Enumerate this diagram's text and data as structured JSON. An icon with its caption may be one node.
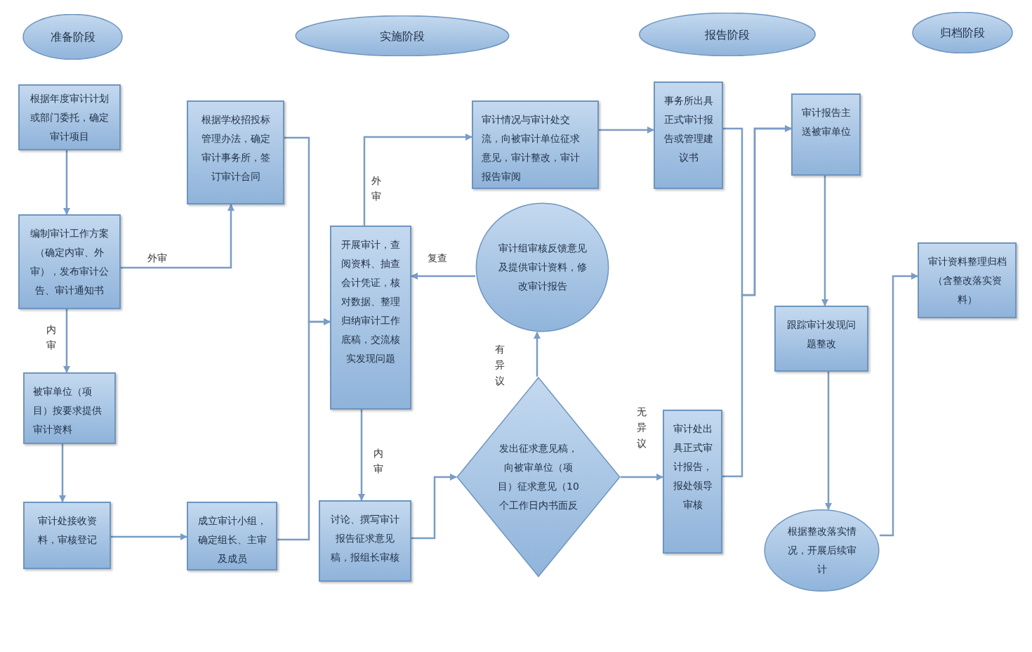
{
  "diagram": {
    "nodes": [
      {
        "text": [
          "准备阶段"
        ]
      },
      {
        "text": [
          "实施阶段"
        ]
      },
      {
        "text": [
          "报告阶段"
        ]
      },
      {
        "text": [
          "归档阶段"
        ]
      },
      {
        "text": [
          "根据年度审计计划或部门委托，确定审计项目"
        ]
      },
      {
        "text": [
          "编制审计工作方案（确定内审、外审），发布审计公告、审计通知书"
        ]
      },
      {
        "text": [
          "被审单位（项目）按要求提供审计资料"
        ]
      },
      {
        "text": [
          "审计处接收资料，审核登记"
        ]
      },
      {
        "text": [
          "根据学校招投标管理办法，确定审计事务所，签订审计合同"
        ]
      },
      {
        "text": [
          "成立审计小组，确定组长、主审及成员"
        ]
      },
      {
        "text": [
          "开展审计，查阅资料、抽查会计凭证，核对数据、整理归纳审计工作底稿，交流核实发现问题"
        ]
      },
      {
        "text": [
          "审计情况与审计处交流，向被审计单位征求意见，审计整改，审计报告审阅"
        ]
      },
      {
        "text": [
          "审计组审核反馈意见及提供审计资料，修改审计报告"
        ]
      },
      {
        "text": [
          "讨论、撰写审计报告征求意见稿，报组长审核"
        ]
      },
      {
        "text": [
          "发出征求意见稿，向被审单位（项目）征求意见（10个工作日内书面反"
        ]
      },
      {
        "text": [
          "事务所出具正式审计报告或管理建议书"
        ]
      },
      {
        "text": [
          "审计处出具正式审计报告，报处领导审核"
        ]
      },
      {
        "text": [
          "审计报告主送被审单位"
        ]
      },
      {
        "text": [
          "跟踪审计发现问题整改"
        ]
      },
      {
        "text": [
          "根据整改落实情况，开展后续审计"
        ]
      },
      {
        "text": [
          "审计资料整理归档（含整改落实资料）"
        ]
      }
    ],
    "edges": [
      {
        "from": 4,
        "to": 5,
        "arrow": "to"
      },
      {
        "from": 5,
        "to": 8,
        "arrow": "to",
        "label": "外审"
      },
      {
        "from": 5,
        "to": 6,
        "arrow": "to",
        "label": "内审"
      },
      {
        "from": 6,
        "to": 7,
        "arrow": "to"
      },
      {
        "from": 7,
        "to": 9,
        "arrow": "to"
      },
      {
        "from": 8,
        "to": 10,
        "arrow": "to"
      },
      {
        "from": 9,
        "to": 10,
        "arrow": "to"
      },
      {
        "from": 10,
        "to": 11,
        "arrow": "to",
        "label": "外审"
      },
      {
        "from": 12,
        "to": 10,
        "arrow": "to",
        "label": "复查"
      },
      {
        "from": 10,
        "to": 13,
        "arrow": "to",
        "label": "内审"
      },
      {
        "from": 13,
        "to": 14,
        "arrow": "to"
      },
      {
        "from": 14,
        "to": 12,
        "arrow": "to",
        "label": "有异议"
      },
      {
        "from": 14,
        "to": 16,
        "arrow": "to",
        "label": "无异议"
      },
      {
        "from": 11,
        "to": 15,
        "arrow": "to"
      },
      {
        "from": 15,
        "to": 17,
        "arrow": "to"
      },
      {
        "from": 16,
        "to": 17,
        "arrow": "to"
      },
      {
        "from": 17,
        "to": 18,
        "arrow": "to"
      },
      {
        "from": 18,
        "to": 19,
        "arrow": "to"
      },
      {
        "from": 19,
        "to": 20,
        "arrow": "to"
      }
    ]
  }
}
